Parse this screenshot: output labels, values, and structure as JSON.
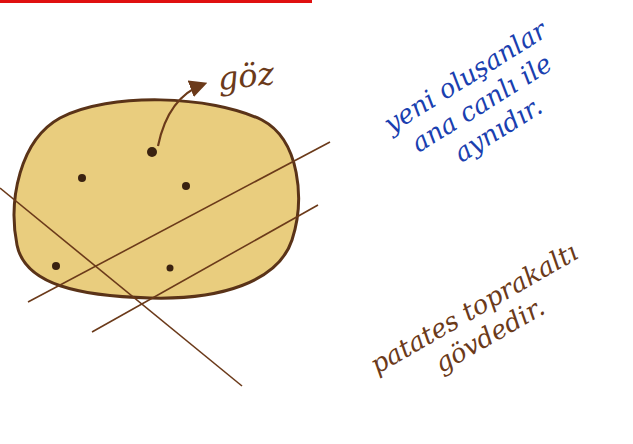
{
  "diagram": {
    "labels": [
      "göz",
      "yeni oluşanlar ana canlı ile aynıdır.",
      "patates toprakaltı gövdedir."
    ]
  }
}
